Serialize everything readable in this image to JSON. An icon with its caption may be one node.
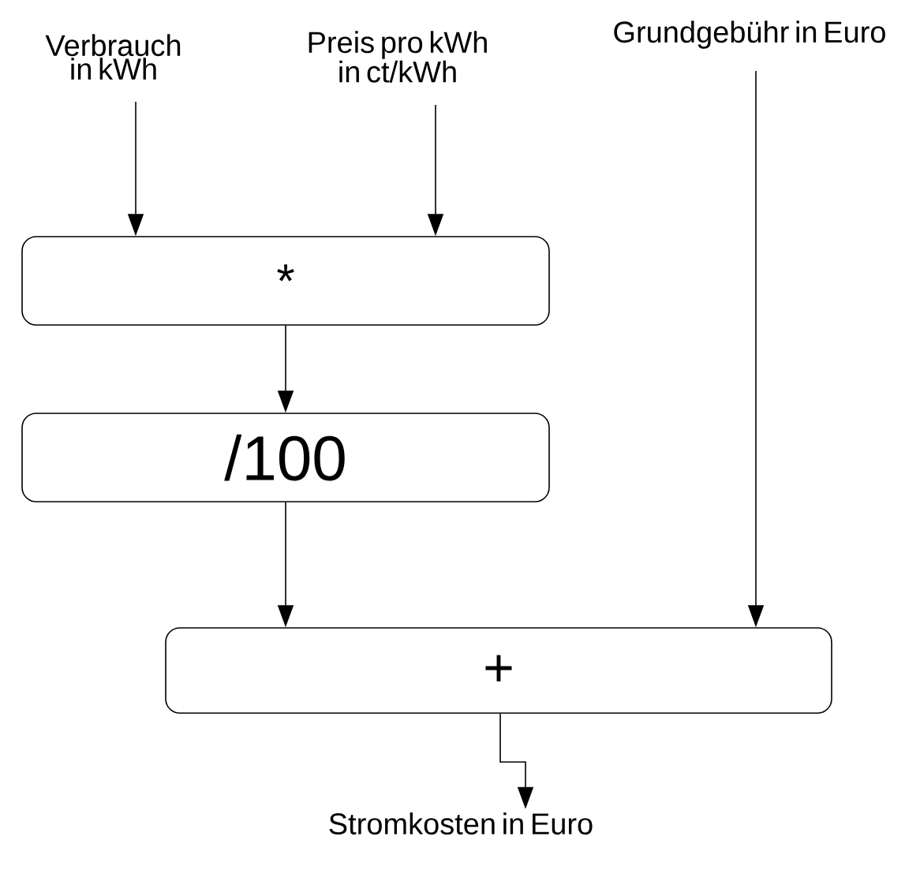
{
  "diagram": {
    "nodes": [
      {
        "text": [
          "Verbrauch in kWh"
        ]
      },
      {
        "text": [
          "Preis pro kWh in ct/kWh"
        ]
      },
      {
        "text": [
          "Grundgebühr in Euro"
        ]
      },
      {
        "text": [
          "*"
        ]
      },
      {
        "text": [
          "/100"
        ]
      },
      {
        "text": [
          "+"
        ]
      },
      {
        "text": [
          "Stromkosten in Euro"
        ]
      }
    ],
    "edges": [
      {
        "from": 0,
        "to": 3,
        "arrow": "to"
      },
      {
        "from": 1,
        "to": 3,
        "arrow": "to"
      },
      {
        "from": 3,
        "to": 4,
        "arrow": "to"
      },
      {
        "from": 4,
        "to": 5,
        "arrow": "to"
      },
      {
        "from": 2,
        "to": 5,
        "arrow": "to"
      },
      {
        "from": 5,
        "to": 6,
        "arrow": "to"
      }
    ]
  }
}
